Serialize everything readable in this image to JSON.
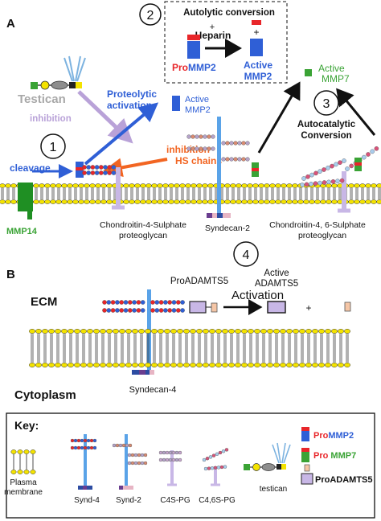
{
  "panel_a": {
    "letter": "A",
    "step1": "1",
    "step2": "2",
    "step3": "3",
    "autolytic_title": "Autolytic conversion",
    "plus_small": "+",
    "heparin": "Heparin",
    "plus_right": "+",
    "pro_prefix": "Pro",
    "mmp2_suffix": "MMP2",
    "active_mmp2_l1": "Active",
    "active_mmp2_l2": "MMP2",
    "testican": "Testican",
    "inhibition_purple": "inhibition",
    "proteolytic_l1": "Proteolytic",
    "proteolytic_l2": "activation",
    "active_mmp2_mid_l1": "Active",
    "active_mmp2_mid_l2": "MMP2",
    "inhibition_orange": "inhibition",
    "hs_chains": "HS chains",
    "cleavage": "cleavage",
    "mmp14": "MMP14",
    "c4s_l1": "Chondroitin-4-Sulphate",
    "c4s_l2": "proteoglycan",
    "syndecan2": "Syndecan-2",
    "c46s_l1": "Chondroitin-4, 6-Sulphate",
    "c46s_l2": "proteoglycan",
    "active_mmp7_l1": "Active",
    "active_mmp7_l2": "MMP7",
    "autocat_l1": "Autocatalytic",
    "autocat_l2": "Conversion"
  },
  "panel_b": {
    "letter": "B",
    "step4": "4",
    "ecm": "ECM",
    "cytoplasm": "Cytoplasm",
    "proadamts5": "ProADAMTS5",
    "active_adamts5_l1": "Active",
    "active_adamts5_l2": "ADAMTS5",
    "activation": "Activation",
    "plus": "+",
    "syndecan4": "Syndecan-4"
  },
  "key": {
    "title": "Key:",
    "plasma_l1": "Plasma",
    "plasma_l2": "membrane",
    "synd4": "Synd-4",
    "synd2": "Synd-2",
    "c4spg": "C4S-PG",
    "c46spg": "C4,6S-PG",
    "testican": "testican",
    "pro": "Pro",
    "mmp2": "MMP2",
    "mmp7": " MMP7",
    "proadamts5": "ProADAMTS5"
  },
  "colors": {
    "blue": "#2f5fd6",
    "red": "#e8262a",
    "green": "#3aa335",
    "orange": "#f26522",
    "purple_arrow": "#b9a2d8",
    "membrane_yellow": "#f4e300",
    "core_blue": "#5aa3e8",
    "lilac": "#c8b7e6"
  }
}
